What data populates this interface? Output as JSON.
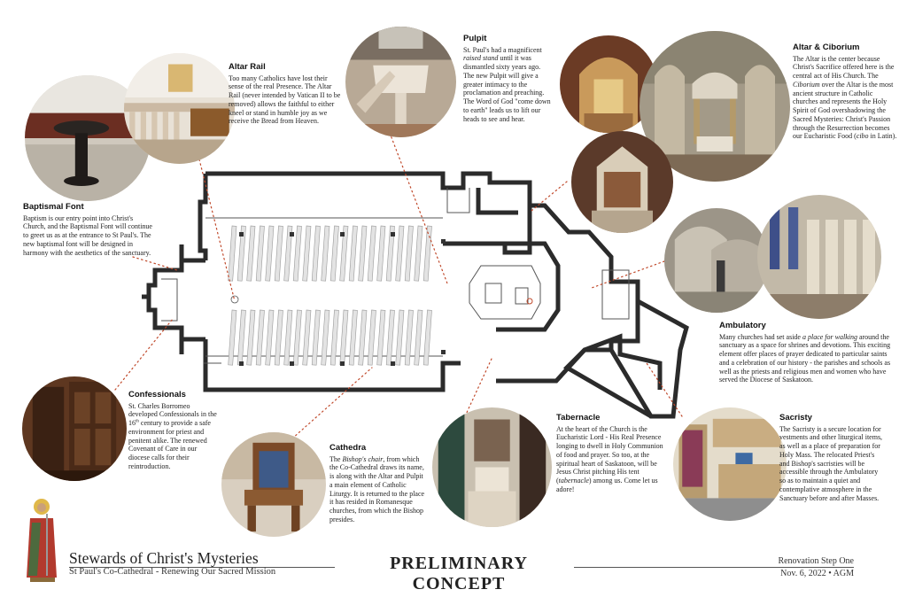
{
  "callouts": {
    "altar_rail": {
      "title": "Altar Rail",
      "body": "Too many Catholics have lost their sense of the real Presence. The Altar Rail (never intended by Vatican II to be removed) allows the faithful to either kneel or stand in humble joy as we receive the Bread from Heaven."
    },
    "pulpit": {
      "title": "Pulpit",
      "body_1": "St. Paul's had a magnificent ",
      "body_em": "raised stand",
      "body_2": " until it was dismantled sixty years ago. The new Pulpit will give a greater intimacy to the proclamation and preaching. The Word of God \"come down to earth\" leads us to lift our heads to see and hear."
    },
    "altar_ciborium": {
      "title": "Altar & Ciborium",
      "body_1": "The Altar is the center because Christ's Sacrifice offered here is the central act of His Church. The ",
      "body_em": "Ciborium",
      "body_2": " over the Altar is the most ancient structure in Catholic churches and represents the Holy Spirit of God overshadowing the Sacred Mysteries: Christ's Passion through the Resurrection becomes our Eucharistic Food (",
      "body_em2": "cibo",
      "body_3": " in Latin)."
    },
    "baptismal_font": {
      "title": "Baptismal Font",
      "body": "Baptism is our entry point into Christ's Church, and the Baptismal Font will continue to greet us as at the entrance to St Paul's. The new baptismal font will be designed in harmony with the aesthetics of the sanctuary."
    },
    "ambulatory": {
      "title": "Ambulatory",
      "body_1": "Many churches had set aside ",
      "body_em": "a place for walking",
      "body_2": " around the sanctuary as a space for shrines and devotions. This exciting element offer places of prayer dedicated to particular saints and a celebration of our history - the parishes and schools as well as the priests and religious men and women who have served the Diocese of Saskatoon."
    },
    "confessionals": {
      "title": "Confessionals",
      "body_1": "St. Charles Borromeo developed Confessionals in the 16",
      "body_sup": "th",
      "body_2": " century to provide a safe environment for priest and penitent alike. The renewed Covenant of Care in our diocese calls for their reintroduction."
    },
    "cathedra": {
      "title": "Cathedra",
      "body_1": "The ",
      "body_em": "Bishop's chair",
      "body_2": ", from which the Co-Cathedral draws its name, is along with the Altar and Pulpit a main element of Catholic Liturgy. It is returned to the place it has resided in Romanesque churches, from which the Bishop presides."
    },
    "tabernacle": {
      "title": "Tabernacle",
      "body_1": "At the heart of the Church is the Eucharistic Lord - His Real Presence longing to dwell in Holy Communion of food and prayer. So too, at the spiritual heart of Saskatoon, will be Jesus Christ pitching His tent (",
      "body_em": "tabernacle",
      "body_2": ") among us. Come let us adore!"
    },
    "sacristy": {
      "title": "Sacristy",
      "body": "The Sacristy is a secure location for vestments and other liturgical items, as well as a place of preparation for Holy Mass. The relocated Priest's and Bishop's sacristies will be accessible through the Ambulatory so as to maintain a quiet and contemplative atmosphere in the Sanctuary before and after Masses."
    }
  },
  "footer": {
    "title": "Stewards of Christ's Mysteries",
    "subtitle": "St Paul's Co-Cathedral - Renewing Our Sacred Mission",
    "concept": "PRELIMINARY CONCEPT",
    "step": "Renovation Step One",
    "date": "Nov. 6, 2022  •  AGM"
  },
  "colors": {
    "wall": "#2b2b2b",
    "leader": "#c0492b",
    "stone": "#d8cfc0",
    "wood": "#7a4a28"
  }
}
